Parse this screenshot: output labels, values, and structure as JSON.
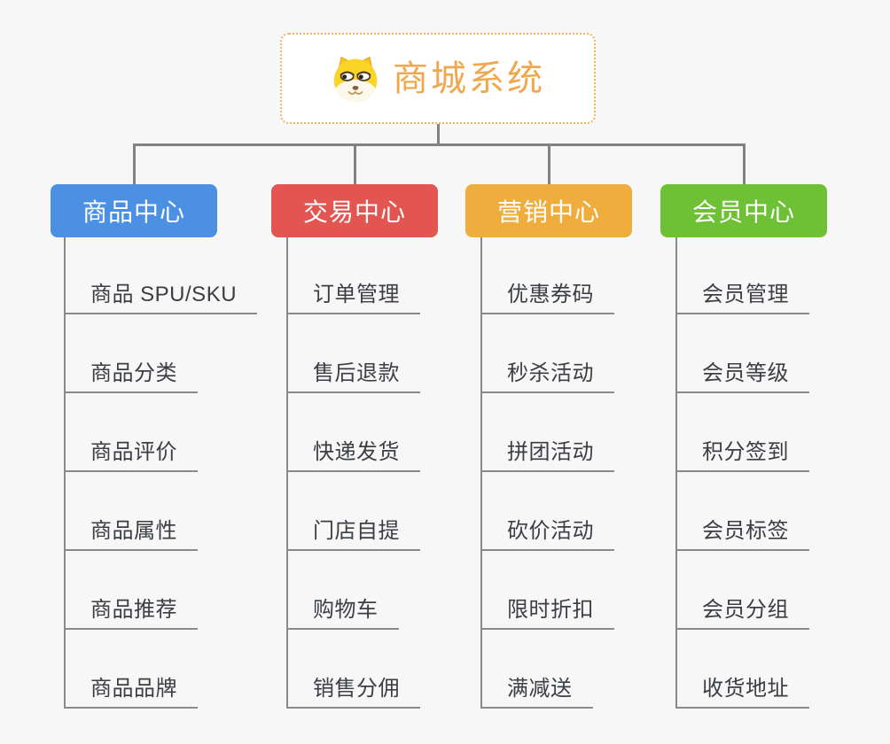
{
  "root": {
    "title": "商城系统",
    "icon": "doge-dog-icon"
  },
  "branches": [
    {
      "id": "product-center",
      "label": "商品中心",
      "color": "#4b90e2",
      "items": [
        "商品 SPU/SKU",
        "商品分类",
        "商品评价",
        "商品属性",
        "商品推荐",
        "商品品牌"
      ]
    },
    {
      "id": "trade-center",
      "label": "交易中心",
      "color": "#e25551",
      "items": [
        "订单管理",
        "售后退款",
        "快递发货",
        "门店自提",
        "购物车",
        "销售分佣"
      ]
    },
    {
      "id": "marketing-center",
      "label": "营销中心",
      "color": "#efad3e",
      "items": [
        "优惠券码",
        "秒杀活动",
        "拼团活动",
        "砍价活动",
        "限时折扣",
        "满减送"
      ]
    },
    {
      "id": "member-center",
      "label": "会员中心",
      "color": "#6ec035",
      "items": [
        "会员管理",
        "会员等级",
        "积分签到",
        "会员标签",
        "会员分组",
        "收货地址"
      ]
    }
  ],
  "colors": {
    "background": "#f7f7f7",
    "connector": "#828282",
    "underline": "#8a8a8a",
    "leaf_text": "#3b3e43",
    "root_accent": "#f0a84e",
    "root_border": "#f2b45c",
    "branch_text": "#ffffff"
  }
}
